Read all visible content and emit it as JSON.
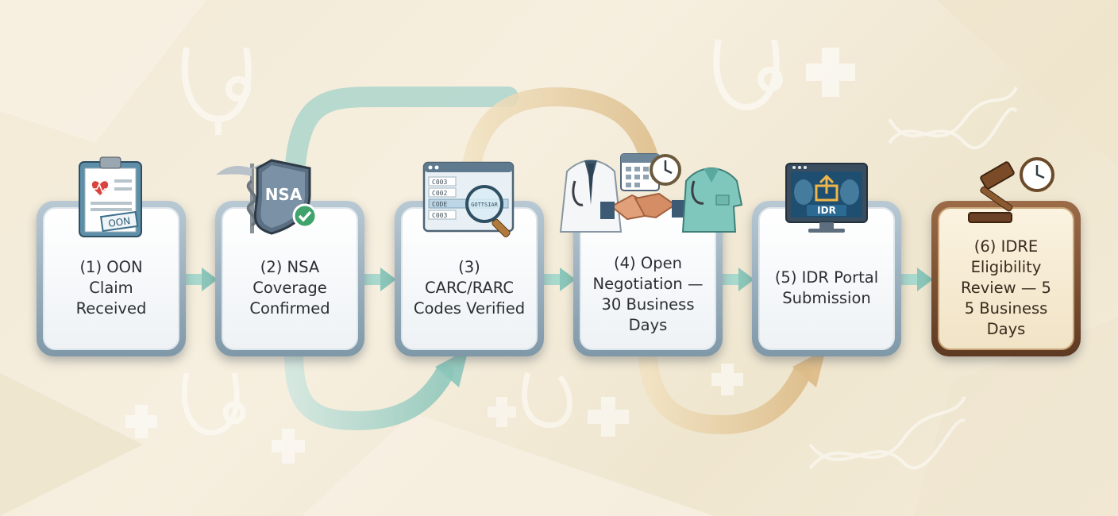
{
  "steps": [
    {
      "label": "(1) OON\nClaim\nReceived",
      "icon": "clipboard-icon",
      "icon_text": "OON"
    },
    {
      "label": "(2) NSA\nCoverage\nConfirmed",
      "icon": "shield-icon",
      "icon_text": "NSA"
    },
    {
      "label": "(3)\nCARC/RARC\nCodes Verified",
      "icon": "code-screen-icon",
      "icon_lines": [
        "C003",
        "C002",
        "CODE",
        "C003"
      ],
      "icon_magnifier_text": "GOTTSIAR"
    },
    {
      "label": "(4) Open\nNegotiation —\n30 Business\nDays",
      "icon": "handshake-icon"
    },
    {
      "label": "(5) IDR Portal\nSubmission",
      "icon": "monitor-upload-icon",
      "icon_text": "IDR"
    },
    {
      "label": "(6) IDRE\nEligibility\nReview — 5\n5 Business\nDays",
      "icon": "gavel-clock-icon"
    }
  ],
  "colors": {
    "box_border": "#8fa5b3",
    "final_border": "#6b4428",
    "arrow": "#9fd0c6",
    "curve_teal": "#7cc0b4",
    "curve_gold": "#e6c996"
  }
}
